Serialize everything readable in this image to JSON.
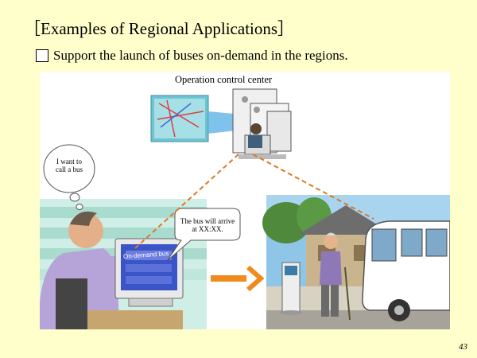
{
  "slide": {
    "title": "［Examples of Regional Applications］",
    "bullet": "Support the launch of buses on-demand in the regions.",
    "page_number": "43"
  },
  "illustration": {
    "control_center_label": "Operation control center",
    "user_thought": "I want to call a bus",
    "reply_bubble": "The bus will arrive at XX:XX.",
    "screen_text": "On-demand bus"
  },
  "colors": {
    "background": "#ffffcc",
    "arrow": "#f08a1c",
    "dashed_link": "#e07820",
    "bus": "#ffffff"
  }
}
